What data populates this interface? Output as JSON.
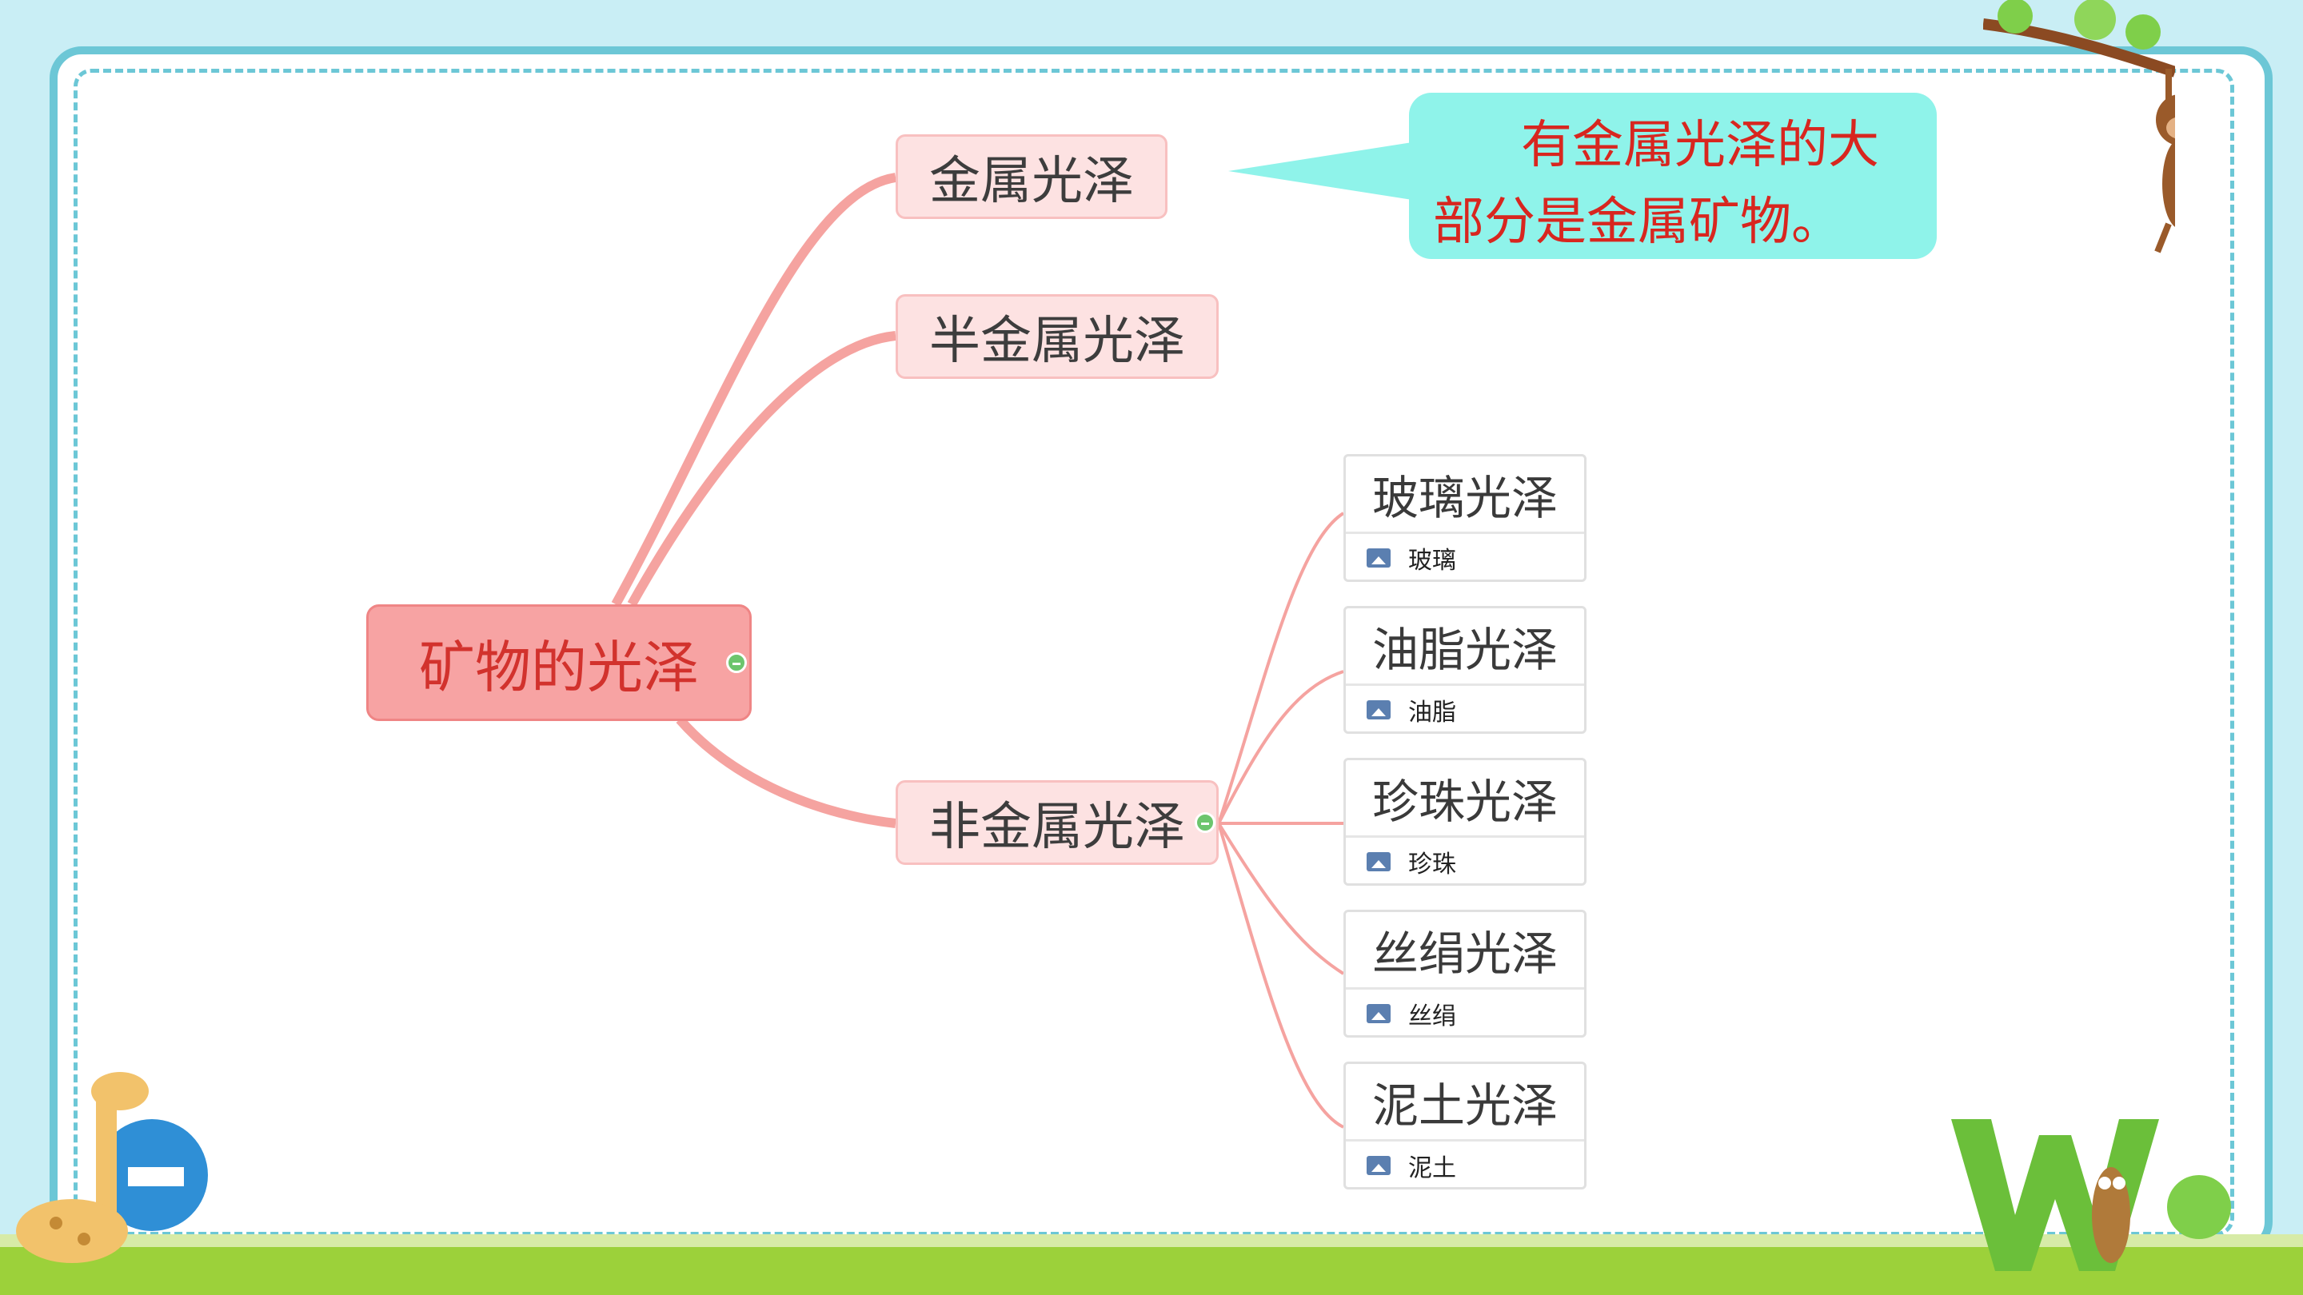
{
  "mindmap": {
    "root": {
      "label": "矿物的光泽"
    },
    "branches": [
      {
        "label": "金属光泽"
      },
      {
        "label": "半金属光泽"
      },
      {
        "label": "非金属光泽"
      }
    ],
    "sub_topics": [
      {
        "label": "玻璃光泽",
        "image_caption": "玻璃"
      },
      {
        "label": "油脂光泽",
        "image_caption": "油脂"
      },
      {
        "label": "珍珠光泽",
        "image_caption": "珍珠"
      },
      {
        "label": "丝绢光泽",
        "image_caption": "丝绢"
      },
      {
        "label": "泥土光泽",
        "image_caption": "泥土"
      }
    ]
  },
  "callout": {
    "text": "有金属光泽的大部分是金属矿物。"
  },
  "colors": {
    "link": "#f5a3a0",
    "callout_bg": "#8ff3ea",
    "root_fill": "#f7a3a3",
    "frame": "#6cc7d6"
  },
  "decorations": {
    "icons": [
      "monkey-icon",
      "giraffe-icon",
      "letter-g-icon",
      "letter-w-icon",
      "grass-icon"
    ]
  }
}
